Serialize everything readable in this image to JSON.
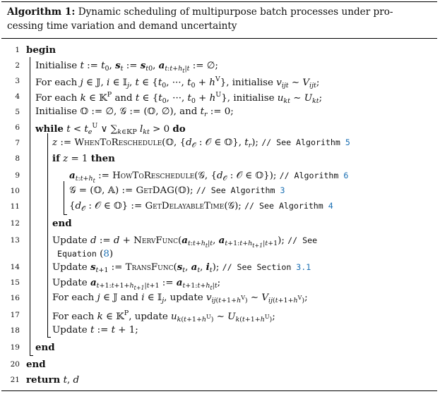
{
  "caption": {
    "label": "Algorithm 1:",
    "line1": "Dynamic scheduling of multipurpose batch processes under pro-",
    "line2": "cessing time variation and demand uncertainty"
  },
  "lines": [
    {
      "n": "1",
      "t": "begin"
    },
    {
      "n": "2",
      "t": "Initialise t := t0, st := st0, at:t+ht|t := ∅;"
    },
    {
      "n": "3",
      "t": "For each j ∈ 𝕁, i ∈ 𝕀j, t ∈ {t0, ···, t0 + hV}, initialise vijt ∼ Vijt;"
    },
    {
      "n": "4",
      "t": "For each k ∈ 𝕂P and t ∈ {t0, ···, t0 + hU}, initialise ukt ∼ Ukt;"
    },
    {
      "n": "5",
      "t": "Initialise 𝕆 := ∅, 𝒢 := (𝕆, ∅), and tr := 0;"
    },
    {
      "n": "6",
      "t": "while t < teU ∨ ∑k∈𝕂P lkt > 0 do"
    },
    {
      "n": "7",
      "t": "z := WhenToReschedule(𝕆, {d𝒪 : 𝒪 ∈ 𝕆}, tr); // See Algorithm 5"
    },
    {
      "n": "8",
      "t": "if z = 1 then"
    },
    {
      "n": "9",
      "t": "at:t+ht := HowToReschedule(𝒢, {d𝒪 : 𝒪 ∈ 𝕆}); // Algorithm 6"
    },
    {
      "n": "10",
      "t": "𝒢 = (𝕆, 𝔸) := GetDAG(𝕆); // See Algorithm 3"
    },
    {
      "n": "11",
      "t": "{d𝒪 : 𝒪 ∈ 𝕆} := GetDelayableTime(𝒢); // See Algorithm 4"
    },
    {
      "n": "12",
      "t": "end"
    },
    {
      "n": "13",
      "t": "Update d := d + NervFunc(at:t+ht|t, at+1:t+ht+1|t+1); // See Equation (8)"
    },
    {
      "n": "14",
      "t": "Update st+1 := TransFunc(st, at, it); // See Section 3.1"
    },
    {
      "n": "15",
      "t": "Update at+1:t+1+ht+1|t+1 := at+1:t+ht|t;"
    },
    {
      "n": "16",
      "t": "For each j ∈ 𝕁 and i ∈ 𝕀j, update vij(t+1+hV) ∼ Vij(t+1+hV);"
    },
    {
      "n": "17",
      "t": "For each k ∈ 𝕂P, update uk(t+1+hU) ∼ Uk(t+1+hU);"
    },
    {
      "n": "18",
      "t": "Update t := t + 1;"
    },
    {
      "n": "19",
      "t": "end"
    },
    {
      "n": "20",
      "t": "end"
    },
    {
      "n": "21",
      "t": "return t, d"
    }
  ]
}
